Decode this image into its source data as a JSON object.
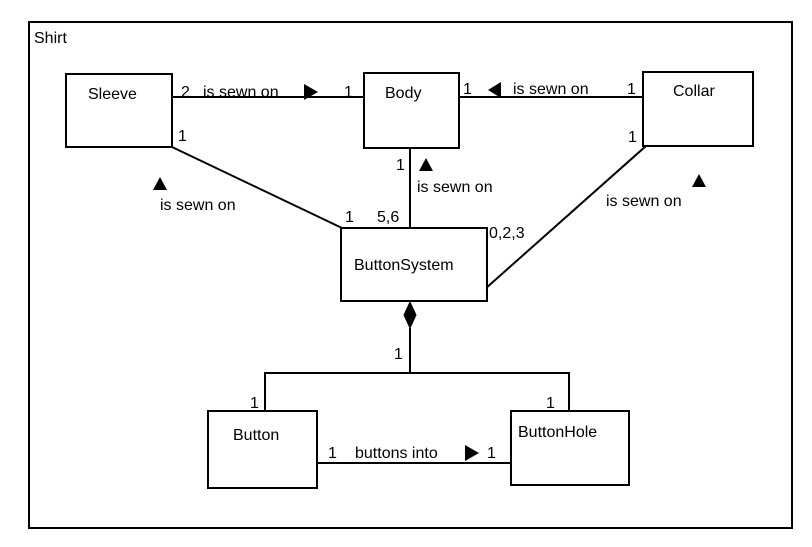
{
  "frame": {
    "title": "Shirt"
  },
  "classes": {
    "sleeve": "Sleeve",
    "body": "Body",
    "collar": "Collar",
    "button_system": "ButtonSystem",
    "button": "Button",
    "button_hole": "ButtonHole"
  },
  "associations": {
    "sleeve_body": {
      "label": "is sewn on",
      "direction_icon": "triangle-right-icon",
      "mult_sleeve": "2",
      "mult_body": "1"
    },
    "collar_body": {
      "label": "is sewn on",
      "direction_icon": "triangle-left-icon",
      "mult_body": "1",
      "mult_collar": "1"
    },
    "body_buttonsystem": {
      "label": "is sewn on",
      "direction_icon": "triangle-up-icon",
      "mult_body": "1",
      "mult_buttonsystem": "5,6"
    },
    "sleeve_buttonsystem": {
      "label": "is sewn on",
      "direction_icon": "triangle-up-icon",
      "mult_sleeve": "1",
      "mult_buttonsystem": "1"
    },
    "collar_buttonsystem": {
      "label": "is sewn on",
      "direction_icon": "triangle-up-icon",
      "mult_collar": "1",
      "mult_buttonsystem": "0,2,3"
    },
    "composition": {
      "mult_whole": "1",
      "mult_button": "1",
      "mult_buttonhole": "1",
      "whole_icon": "filled-diamond-icon"
    },
    "button_buttonhole": {
      "label": "buttons into",
      "direction_icon": "triangle-right-icon",
      "mult_button": "1",
      "mult_buttonhole": "1"
    }
  }
}
